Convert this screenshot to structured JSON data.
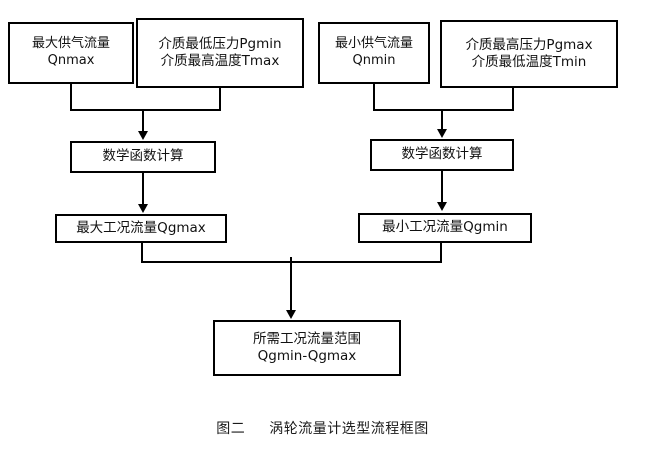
{
  "figure": {
    "caption_label": "图二",
    "caption_title": "涡轮流量计选型流程框图",
    "background_color": "#ffffff",
    "line_color": "#000000"
  },
  "nodes": {
    "input_max_supply_flow": {
      "line1": "最大供气流量",
      "line2": "Qnmax"
    },
    "input_min_pressure_max_temp": {
      "line1": "介质最低压力Pgmin",
      "line2": "介质最高温度Tmax"
    },
    "input_min_supply_flow": {
      "line1": "最小供气流量",
      "line2": "Qnmin"
    },
    "input_max_pressure_min_temp": {
      "line1": "介质最高压力Pgmax",
      "line2": "介质最低温度Tmin"
    },
    "math_calc_left": {
      "line1": "数学函数计算"
    },
    "math_calc_right": {
      "line1": "数学函数计算"
    },
    "result_max_working_flow": {
      "line1": "最大工况流量Qgmax"
    },
    "result_min_working_flow": {
      "line1": "最小工况流量Qgmin"
    },
    "final_required_range": {
      "line1": "所需工况流量范围",
      "line2": "Qgmin-Qgmax"
    }
  },
  "chart_data": {
    "type": "diagram",
    "title": "涡轮流量计选型流程框图",
    "nodes": [
      {
        "id": "n1",
        "label": "最大供气流量 Qnmax",
        "row": 1,
        "column": 1
      },
      {
        "id": "n2",
        "label": "介质最低压力Pgmin 介质最高温度Tmax",
        "row": 1,
        "column": 2
      },
      {
        "id": "n3",
        "label": "最小供气流量 Qnmin",
        "row": 1,
        "column": 3
      },
      {
        "id": "n4",
        "label": "介质最高压力Pgmax 介质最低温度Tmin",
        "row": 1,
        "column": 4
      },
      {
        "id": "n5",
        "label": "数学函数计算",
        "row": 2,
        "column": 1
      },
      {
        "id": "n6",
        "label": "数学函数计算",
        "row": 2,
        "column": 2
      },
      {
        "id": "n7",
        "label": "最大工况流量Qgmax",
        "row": 3,
        "column": 1
      },
      {
        "id": "n8",
        "label": "最小工况流量Qgmin",
        "row": 3,
        "column": 2
      },
      {
        "id": "n9",
        "label": "所需工况流量范围 Qgmin-Qgmax",
        "row": 4,
        "column": 1
      }
    ],
    "edges": [
      {
        "from": [
          "n1",
          "n2"
        ],
        "to": "n5",
        "style": "merge-arrow"
      },
      {
        "from": [
          "n3",
          "n4"
        ],
        "to": "n6",
        "style": "merge-arrow"
      },
      {
        "from": "n5",
        "to": "n7",
        "style": "arrow"
      },
      {
        "from": "n6",
        "to": "n8",
        "style": "arrow"
      },
      {
        "from": [
          "n7",
          "n8"
        ],
        "to": "n9",
        "style": "merge-arrow"
      }
    ]
  }
}
